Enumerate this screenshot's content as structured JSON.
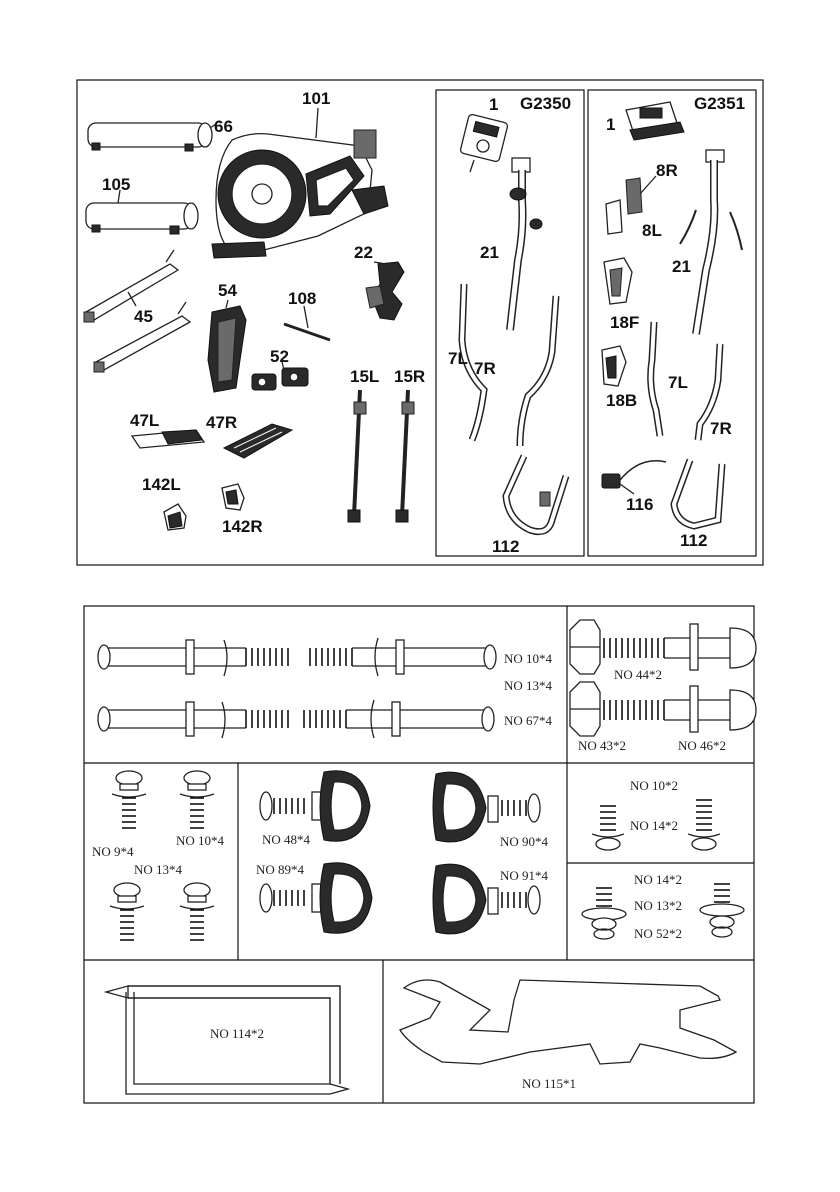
{
  "parts_diagram": {
    "models": [
      "G2350",
      "G2351"
    ],
    "labels": {
      "p101": "101",
      "p66": "66",
      "p105": "105",
      "p45": "45",
      "p54": "54",
      "p108": "108",
      "p22": "22",
      "p52": "52",
      "p47L": "47L",
      "p47R": "47R",
      "p142L": "142L",
      "p142R": "142R",
      "p15L": "15L",
      "p15R": "15R",
      "a1": "1",
      "a21": "21",
      "a7L": "7L",
      "a7R": "7R",
      "a112": "112",
      "b1": "1",
      "b8R": "8R",
      "b8L": "8L",
      "b21": "21",
      "b18F": "18F",
      "b18B": "18B",
      "b7L": "7L",
      "b7R": "7R",
      "b116": "116",
      "b112": "112"
    }
  },
  "hardware": {
    "bolts_long": [
      "NO 10*4",
      "NO 13*4",
      "NO 67*4"
    ],
    "bolts_hex": [
      "NO 44*2",
      "NO 43*2",
      "NO 46*2"
    ],
    "screws_small": [
      "NO 9*4",
      "NO 10*4",
      "NO 13*4"
    ],
    "knobs": [
      "NO 48*4",
      "NO 90*4",
      "NO 89*4",
      "NO 91*4"
    ],
    "screw_set_a": [
      "NO 10*2",
      "NO 14*2"
    ],
    "screw_set_b": [
      "NO 14*2",
      "NO 13*2",
      "NO 52*2"
    ],
    "allen_key": "NO 114*2",
    "wrench": "NO 115*1"
  }
}
